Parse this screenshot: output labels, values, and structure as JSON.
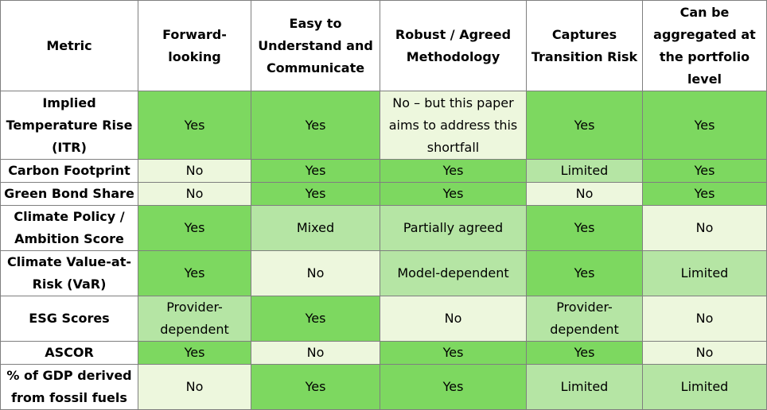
{
  "columns": [
    "Metric",
    "Forward-looking",
    "Easy to Understand and Communicate",
    "Robust / Agreed Methodology",
    "Captures Transition Risk",
    "Can be aggregated at the portfolio level"
  ],
  "colors": {
    "green": "#7dd860",
    "light_green": "#b5e5a4",
    "pale_green": "#edf7dd"
  },
  "rows": [
    {
      "metric": "Implied Temperature Rise (ITR)",
      "cells": [
        {
          "text": "Yes",
          "shade": "green"
        },
        {
          "text": "Yes",
          "shade": "green"
        },
        {
          "text": "No – but this paper aims to address this shortfall",
          "shade": "pale_green"
        },
        {
          "text": "Yes",
          "shade": "green"
        },
        {
          "text": "Yes",
          "shade": "green"
        }
      ]
    },
    {
      "metric": "Carbon Footprint",
      "cells": [
        {
          "text": "No",
          "shade": "pale_green"
        },
        {
          "text": "Yes",
          "shade": "green"
        },
        {
          "text": "Yes",
          "shade": "green"
        },
        {
          "text": "Limited",
          "shade": "light_green"
        },
        {
          "text": "Yes",
          "shade": "green"
        }
      ]
    },
    {
      "metric": "Green Bond Share",
      "cells": [
        {
          "text": "No",
          "shade": "pale_green"
        },
        {
          "text": "Yes",
          "shade": "green"
        },
        {
          "text": "Yes",
          "shade": "green"
        },
        {
          "text": "No",
          "shade": "pale_green"
        },
        {
          "text": "Yes",
          "shade": "green"
        }
      ]
    },
    {
      "metric": "Climate Policy / Ambition Score",
      "cells": [
        {
          "text": "Yes",
          "shade": "green"
        },
        {
          "text": "Mixed",
          "shade": "light_green"
        },
        {
          "text": "Partially agreed",
          "shade": "light_green"
        },
        {
          "text": "Yes",
          "shade": "green"
        },
        {
          "text": "No",
          "shade": "pale_green"
        }
      ]
    },
    {
      "metric": "Climate Value-at-Risk (VaR)",
      "cells": [
        {
          "text": "Yes",
          "shade": "green"
        },
        {
          "text": "No",
          "shade": "pale_green"
        },
        {
          "text": "Model-dependent",
          "shade": "light_green"
        },
        {
          "text": "Yes",
          "shade": "green"
        },
        {
          "text": "Limited",
          "shade": "light_green"
        }
      ]
    },
    {
      "metric": "ESG Scores",
      "cells": [
        {
          "text": "Provider-dependent",
          "shade": "light_green"
        },
        {
          "text": "Yes",
          "shade": "green"
        },
        {
          "text": "No",
          "shade": "pale_green"
        },
        {
          "text": "Provider-dependent",
          "shade": "light_green"
        },
        {
          "text": "No",
          "shade": "pale_green"
        }
      ]
    },
    {
      "metric": "ASCOR",
      "cells": [
        {
          "text": "Yes",
          "shade": "green"
        },
        {
          "text": "No",
          "shade": "pale_green"
        },
        {
          "text": "Yes",
          "shade": "green"
        },
        {
          "text": "Yes",
          "shade": "green"
        },
        {
          "text": "No",
          "shade": "pale_green"
        }
      ]
    },
    {
      "metric": "% of GDP derived from fossil fuels",
      "cells": [
        {
          "text": "No",
          "shade": "pale_green"
        },
        {
          "text": "Yes",
          "shade": "green"
        },
        {
          "text": "Yes",
          "shade": "green"
        },
        {
          "text": "Limited",
          "shade": "light_green"
        },
        {
          "text": "Limited",
          "shade": "light_green"
        }
      ]
    }
  ]
}
